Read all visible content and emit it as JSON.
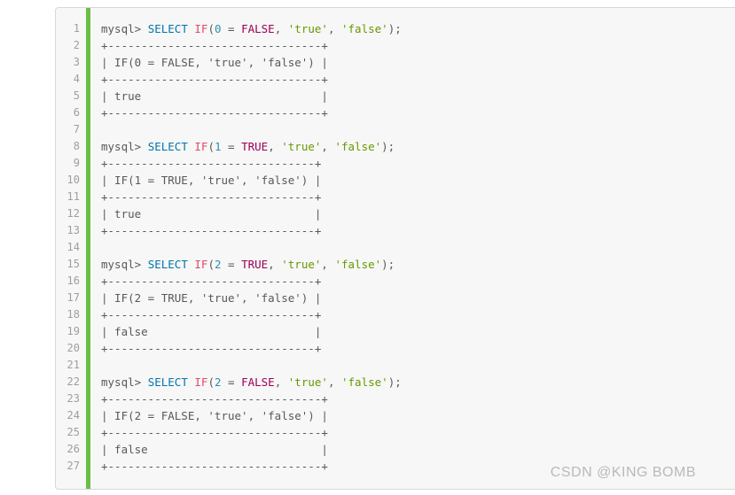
{
  "code_block": {
    "background": "#f7f7f7",
    "border_color": "#d8d8d8",
    "accent_bar_color": "#6abe45",
    "line_number_color": "#9e9e9e",
    "watermark": "CSDN @KING BOMB",
    "watermark_color": "#b9b9b9",
    "token_colors": {
      "plain": "#595959",
      "keyword": "#0077aa",
      "function": "#dd4a68",
      "boolean": "#990055",
      "number": "#2b91af",
      "string": "#669900"
    },
    "lines": [
      {
        "n": 1,
        "tokens": [
          [
            "plain",
            "mysql> "
          ],
          [
            "keyword",
            "SELECT"
          ],
          [
            "plain",
            " "
          ],
          [
            "function",
            "IF"
          ],
          [
            "plain",
            "("
          ],
          [
            "number",
            "0"
          ],
          [
            "plain",
            " = "
          ],
          [
            "boolean",
            "FALSE"
          ],
          [
            "plain",
            ", "
          ],
          [
            "string",
            "'true'"
          ],
          [
            "plain",
            ", "
          ],
          [
            "string",
            "'false'"
          ],
          [
            "plain",
            ");"
          ]
        ]
      },
      {
        "n": 2,
        "tokens": [
          [
            "plain",
            "+--------------------------------+"
          ]
        ]
      },
      {
        "n": 3,
        "tokens": [
          [
            "plain",
            "| IF(0 = FALSE, 'true', 'false') |"
          ]
        ]
      },
      {
        "n": 4,
        "tokens": [
          [
            "plain",
            "+--------------------------------+"
          ]
        ]
      },
      {
        "n": 5,
        "tokens": [
          [
            "plain",
            "| true                           |"
          ]
        ]
      },
      {
        "n": 6,
        "tokens": [
          [
            "plain",
            "+--------------------------------+"
          ]
        ]
      },
      {
        "n": 7,
        "tokens": []
      },
      {
        "n": 8,
        "tokens": [
          [
            "plain",
            "mysql> "
          ],
          [
            "keyword",
            "SELECT"
          ],
          [
            "plain",
            " "
          ],
          [
            "function",
            "IF"
          ],
          [
            "plain",
            "("
          ],
          [
            "number",
            "1"
          ],
          [
            "plain",
            " = "
          ],
          [
            "boolean",
            "TRUE"
          ],
          [
            "plain",
            ", "
          ],
          [
            "string",
            "'true'"
          ],
          [
            "plain",
            ", "
          ],
          [
            "string",
            "'false'"
          ],
          [
            "plain",
            ");"
          ]
        ]
      },
      {
        "n": 9,
        "tokens": [
          [
            "plain",
            "+-------------------------------+"
          ]
        ]
      },
      {
        "n": 10,
        "tokens": [
          [
            "plain",
            "| IF(1 = TRUE, 'true', 'false') |"
          ]
        ]
      },
      {
        "n": 11,
        "tokens": [
          [
            "plain",
            "+-------------------------------+"
          ]
        ]
      },
      {
        "n": 12,
        "tokens": [
          [
            "plain",
            "| true                          |"
          ]
        ]
      },
      {
        "n": 13,
        "tokens": [
          [
            "plain",
            "+-------------------------------+"
          ]
        ]
      },
      {
        "n": 14,
        "tokens": []
      },
      {
        "n": 15,
        "tokens": [
          [
            "plain",
            "mysql> "
          ],
          [
            "keyword",
            "SELECT"
          ],
          [
            "plain",
            " "
          ],
          [
            "function",
            "IF"
          ],
          [
            "plain",
            "("
          ],
          [
            "number",
            "2"
          ],
          [
            "plain",
            " = "
          ],
          [
            "boolean",
            "TRUE"
          ],
          [
            "plain",
            ", "
          ],
          [
            "string",
            "'true'"
          ],
          [
            "plain",
            ", "
          ],
          [
            "string",
            "'false'"
          ],
          [
            "plain",
            ");"
          ]
        ]
      },
      {
        "n": 16,
        "tokens": [
          [
            "plain",
            "+-------------------------------+"
          ]
        ]
      },
      {
        "n": 17,
        "tokens": [
          [
            "plain",
            "| IF(2 = TRUE, 'true', 'false') |"
          ]
        ]
      },
      {
        "n": 18,
        "tokens": [
          [
            "plain",
            "+-------------------------------+"
          ]
        ]
      },
      {
        "n": 19,
        "tokens": [
          [
            "plain",
            "| false                         |"
          ]
        ]
      },
      {
        "n": 20,
        "tokens": [
          [
            "plain",
            "+-------------------------------+"
          ]
        ]
      },
      {
        "n": 21,
        "tokens": []
      },
      {
        "n": 22,
        "tokens": [
          [
            "plain",
            "mysql> "
          ],
          [
            "keyword",
            "SELECT"
          ],
          [
            "plain",
            " "
          ],
          [
            "function",
            "IF"
          ],
          [
            "plain",
            "("
          ],
          [
            "number",
            "2"
          ],
          [
            "plain",
            " = "
          ],
          [
            "boolean",
            "FALSE"
          ],
          [
            "plain",
            ", "
          ],
          [
            "string",
            "'true'"
          ],
          [
            "plain",
            ", "
          ],
          [
            "string",
            "'false'"
          ],
          [
            "plain",
            ");"
          ]
        ]
      },
      {
        "n": 23,
        "tokens": [
          [
            "plain",
            "+--------------------------------+"
          ]
        ]
      },
      {
        "n": 24,
        "tokens": [
          [
            "plain",
            "| IF(2 = FALSE, 'true', 'false') |"
          ]
        ]
      },
      {
        "n": 25,
        "tokens": [
          [
            "plain",
            "+--------------------------------+"
          ]
        ]
      },
      {
        "n": 26,
        "tokens": [
          [
            "plain",
            "| false                          |"
          ]
        ]
      },
      {
        "n": 27,
        "tokens": [
          [
            "plain",
            "+--------------------------------+"
          ]
        ]
      }
    ]
  }
}
